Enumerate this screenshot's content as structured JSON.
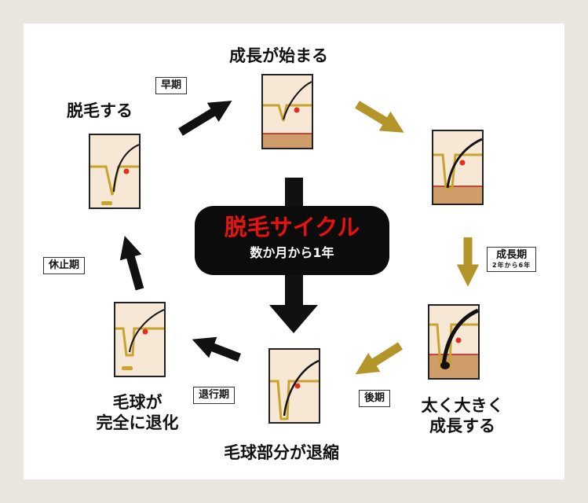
{
  "center": {
    "title": "脱毛サイクル",
    "subtitle": "数か月から1年"
  },
  "stages": {
    "growth_start": "成長が始まる",
    "thick_growth_line1": "太く大きく",
    "thick_growth_line2": "成長する",
    "bulb_shrink": "毛球部分が退縮",
    "bulb_regress_line1": "毛球が",
    "bulb_regress_line2": "完全に退化",
    "shedding": "脱毛する"
  },
  "phases": {
    "early": "早期",
    "growth": "成長期",
    "growth_duration": "2年から6年",
    "late": "後期",
    "regression": "退行期",
    "rest": "休止期"
  },
  "colors": {
    "black_arrow": "#111111",
    "gold_arrow": "#b4952a",
    "skin": "#f7e8d5",
    "deep_skin": "#cf9d6a",
    "center_title": "#e81111"
  }
}
